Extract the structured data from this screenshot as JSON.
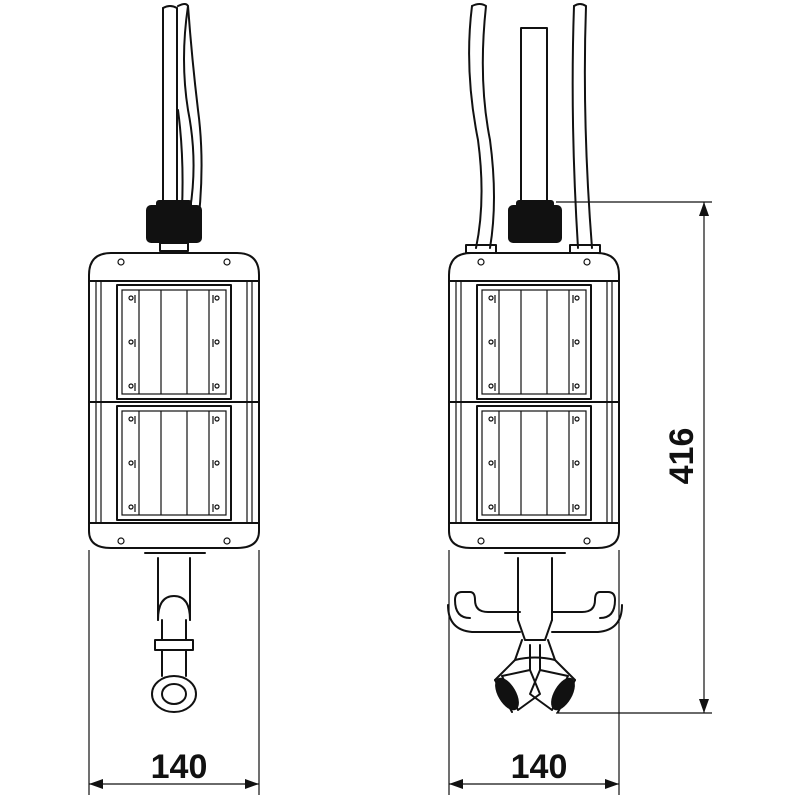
{
  "diagram": {
    "dimensions": {
      "left_width": "140",
      "right_width": "140",
      "right_height": "416"
    }
  }
}
